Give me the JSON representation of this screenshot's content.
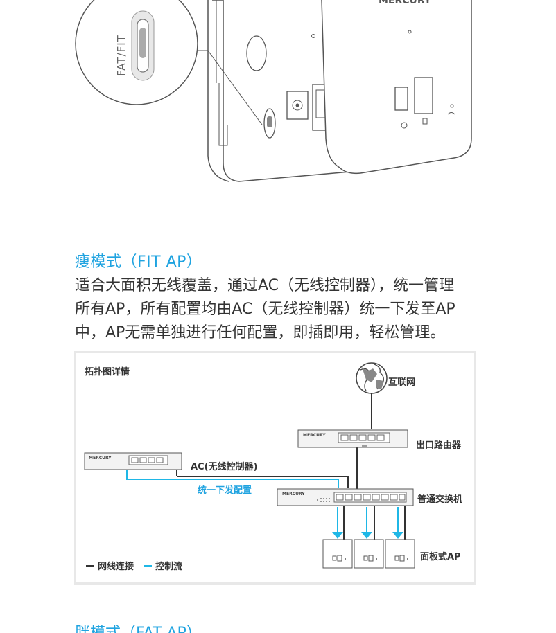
{
  "illustration": {
    "switch_label": "FAT/FIT",
    "brand": "MERCURY"
  },
  "fit_section": {
    "title": "瘦模式（FIT AP）",
    "description": "适合大面积无线覆盖，通过AC（无线控制器），统一管理\n所有AP，所有配置均由AC（无线控制器）统一下发至AP\n中，AP无需单独进行任何配置，即插即用，轻松管理。"
  },
  "topology": {
    "title": "拓扑图详情",
    "internet_label": "互联网",
    "router_label": "出口路由器",
    "ac_label": "AC(无线控制器)",
    "config_label": "统一下发配置",
    "switch_label": "普通交换机",
    "ap_label": "面板式AP",
    "brand": "MERCURY",
    "legend": {
      "network": "网线连接",
      "control": "控制流"
    },
    "colors": {
      "network_line": "#333333",
      "control_line": "#1fb7e6"
    }
  },
  "fat_section": {
    "title": "胖模式（FAT AP）"
  }
}
